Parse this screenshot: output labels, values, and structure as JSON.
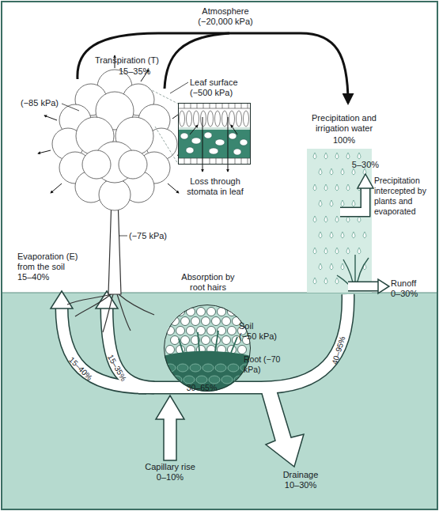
{
  "diagram": {
    "nodes": [
      {
        "text": [
          "Loss through stomata in leaf"
        ]
      },
      {
        "text": [
          "Absorption by root hairs",
          "Soil",
          "(−50 kPa)",
          "Root (−70 kPa)"
        ]
      }
    ],
    "labels": [
      "Atmosphere",
      "(−20,000 kPa)",
      "Transpiration (T)",
      "15–35%",
      "Leaf surface",
      "(−500 kPa)",
      "(−85 kPa)",
      "(−75 kPa)",
      "Precipitation and irrigation water",
      "100%",
      "5–30%",
      "Precipitation intercepted by plants and evaporated",
      "Runoff",
      "0–30%",
      "Evaporation (E) from the soil",
      "15–40%",
      "40–95%",
      "15–40%",
      "15–35%",
      "30–65%",
      "Capillary rise",
      "0–10%",
      "Drainage",
      "10–30%"
    ]
  }
}
